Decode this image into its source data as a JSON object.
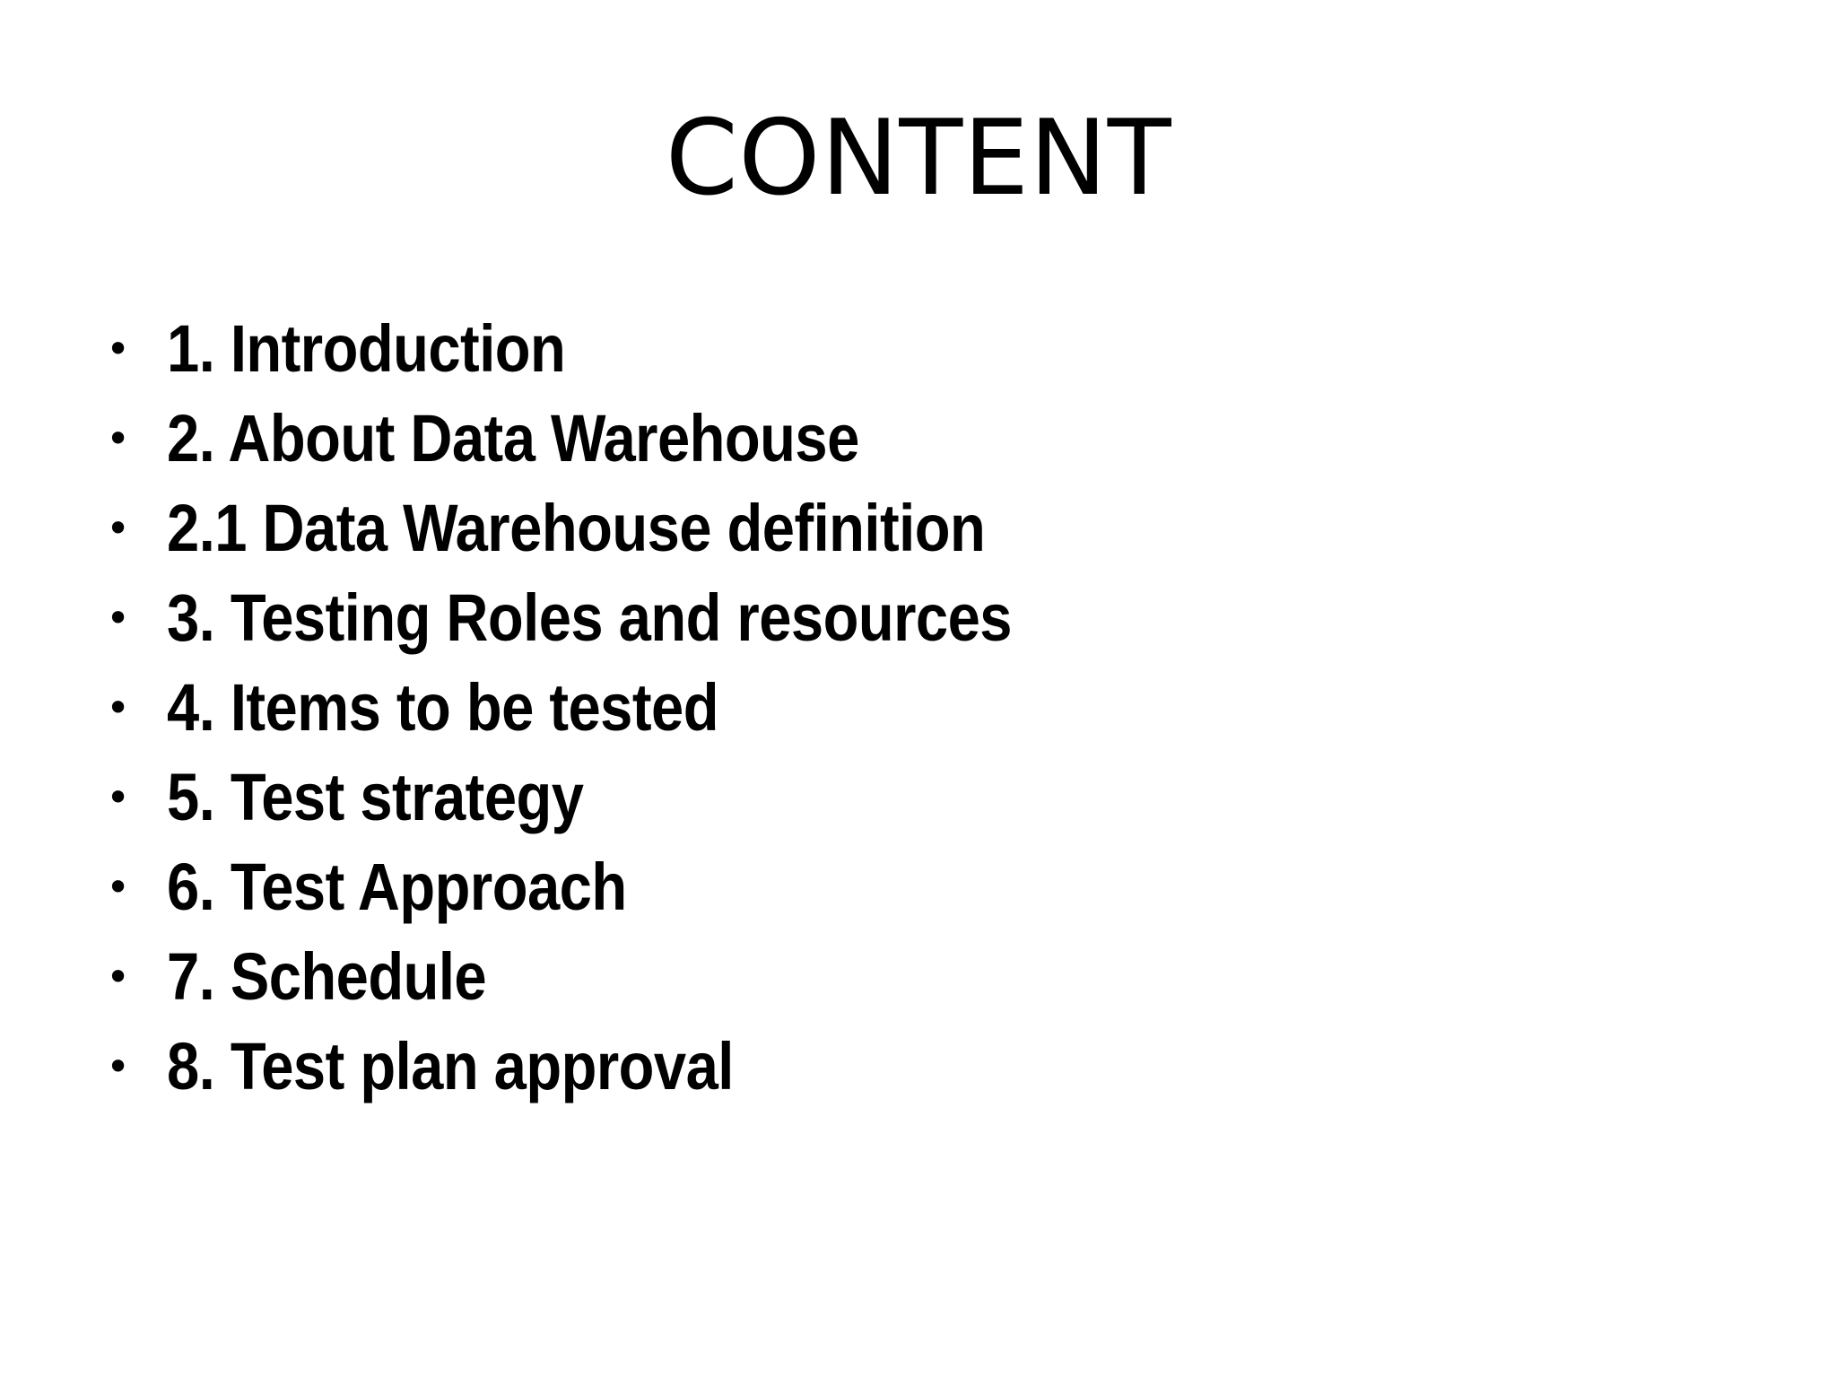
{
  "slide": {
    "title": "CONTENT",
    "background_color": "#FFFFFF",
    "text_color": "#000000",
    "bullet_glyph": "•",
    "items": [
      {
        "label": "1. Introduction"
      },
      {
        "label": "2. About Data Warehouse"
      },
      {
        "label": "2.1 Data Warehouse definition"
      },
      {
        "label": "3. Testing Roles and resources"
      },
      {
        "label": "4. Items to be tested"
      },
      {
        "label": "5. Test strategy"
      },
      {
        "label": "6. Test Approach"
      },
      {
        "label": "7. Schedule"
      },
      {
        "label": "8. Test plan approval"
      }
    ]
  }
}
